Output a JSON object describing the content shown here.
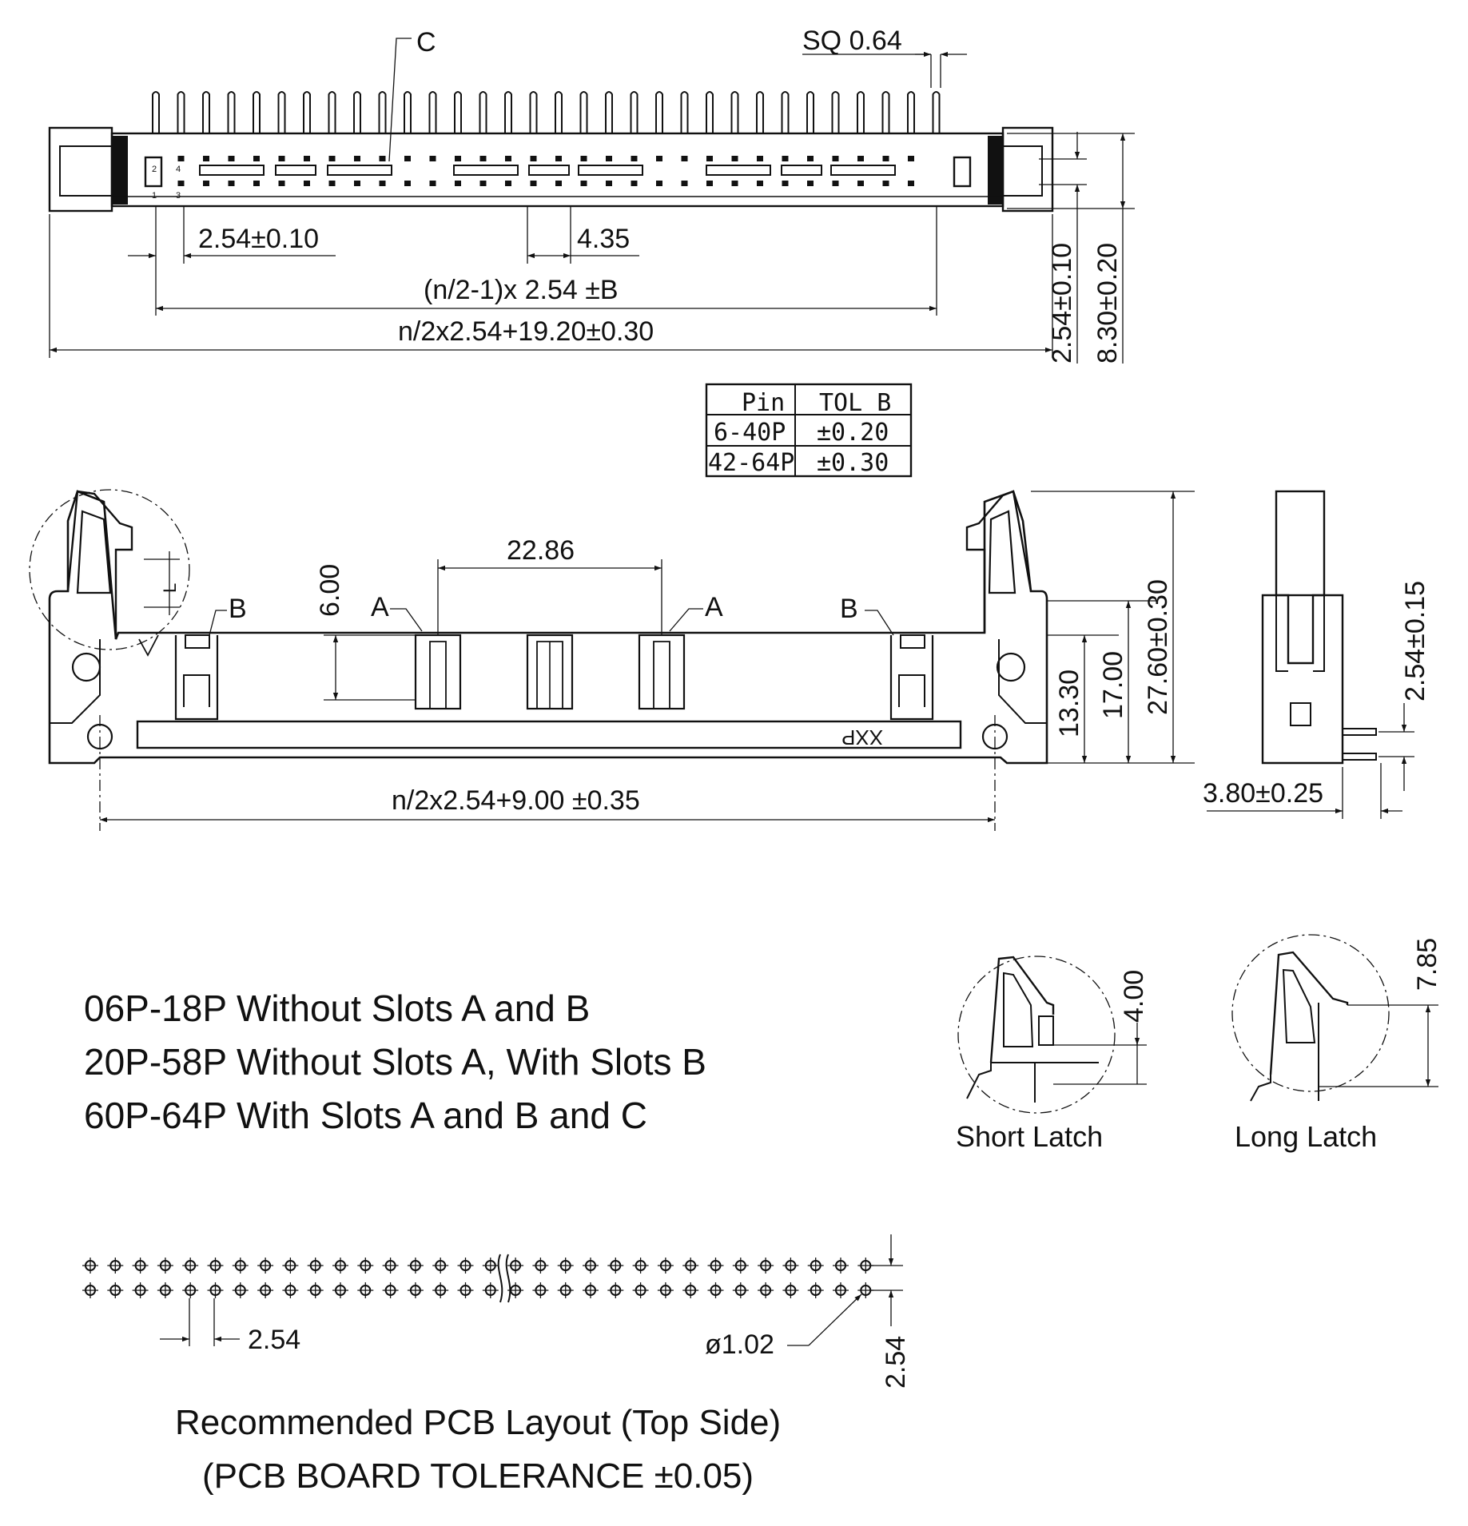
{
  "top_view": {
    "label_c": "C",
    "sq": "SQ 0.64",
    "pin_nums": [
      "2",
      "4",
      "1",
      "3"
    ],
    "dim_pitch": "2.54±0.10",
    "dim_435": "4.35",
    "dim_span": "(n/2-1)x 2.54 ±B",
    "dim_overall": "n/2x2.54+19.20±0.30",
    "dim_row": "2.54±0.10",
    "dim_height": "8.30±0.20"
  },
  "tol_table": {
    "headers": [
      "Pin",
      "TOL B"
    ],
    "rows": [
      [
        "6-40P",
        "±0.20"
      ],
      [
        "42-64P",
        "±0.30"
      ]
    ]
  },
  "front_view": {
    "dim_2286": "22.86",
    "dim_600": "6.00",
    "label_a_left": "A",
    "label_a_right": "A",
    "label_b_left": "B",
    "label_b_right": "B",
    "dim_1330": "13.30",
    "dim_1700": "17.00",
    "dim_2760": "27.60±0.30",
    "marking": "XXP",
    "dim_bottom": "n/2x2.54+9.00 ±0.35"
  },
  "side_view": {
    "dim_254": "2.54±0.15",
    "dim_380": "3.80±0.25"
  },
  "notes": [
    "06P-18P Without Slots A and B",
    "20P-58P Without Slots A, With Slots B",
    "60P-64P With Slots A and B and C"
  ],
  "latches": {
    "short": {
      "caption": "Short Latch",
      "dim": "4.00"
    },
    "long": {
      "caption": "Long Latch",
      "dim": "7.85"
    }
  },
  "pcb": {
    "dim_pitch": "2.54",
    "dim_hole": "ø1.02",
    "dim_row": "2.54",
    "title": "Recommended PCB Layout (Top Side)",
    "tolerance": "(PCB BOARD TOLERANCE ±0.05)"
  }
}
